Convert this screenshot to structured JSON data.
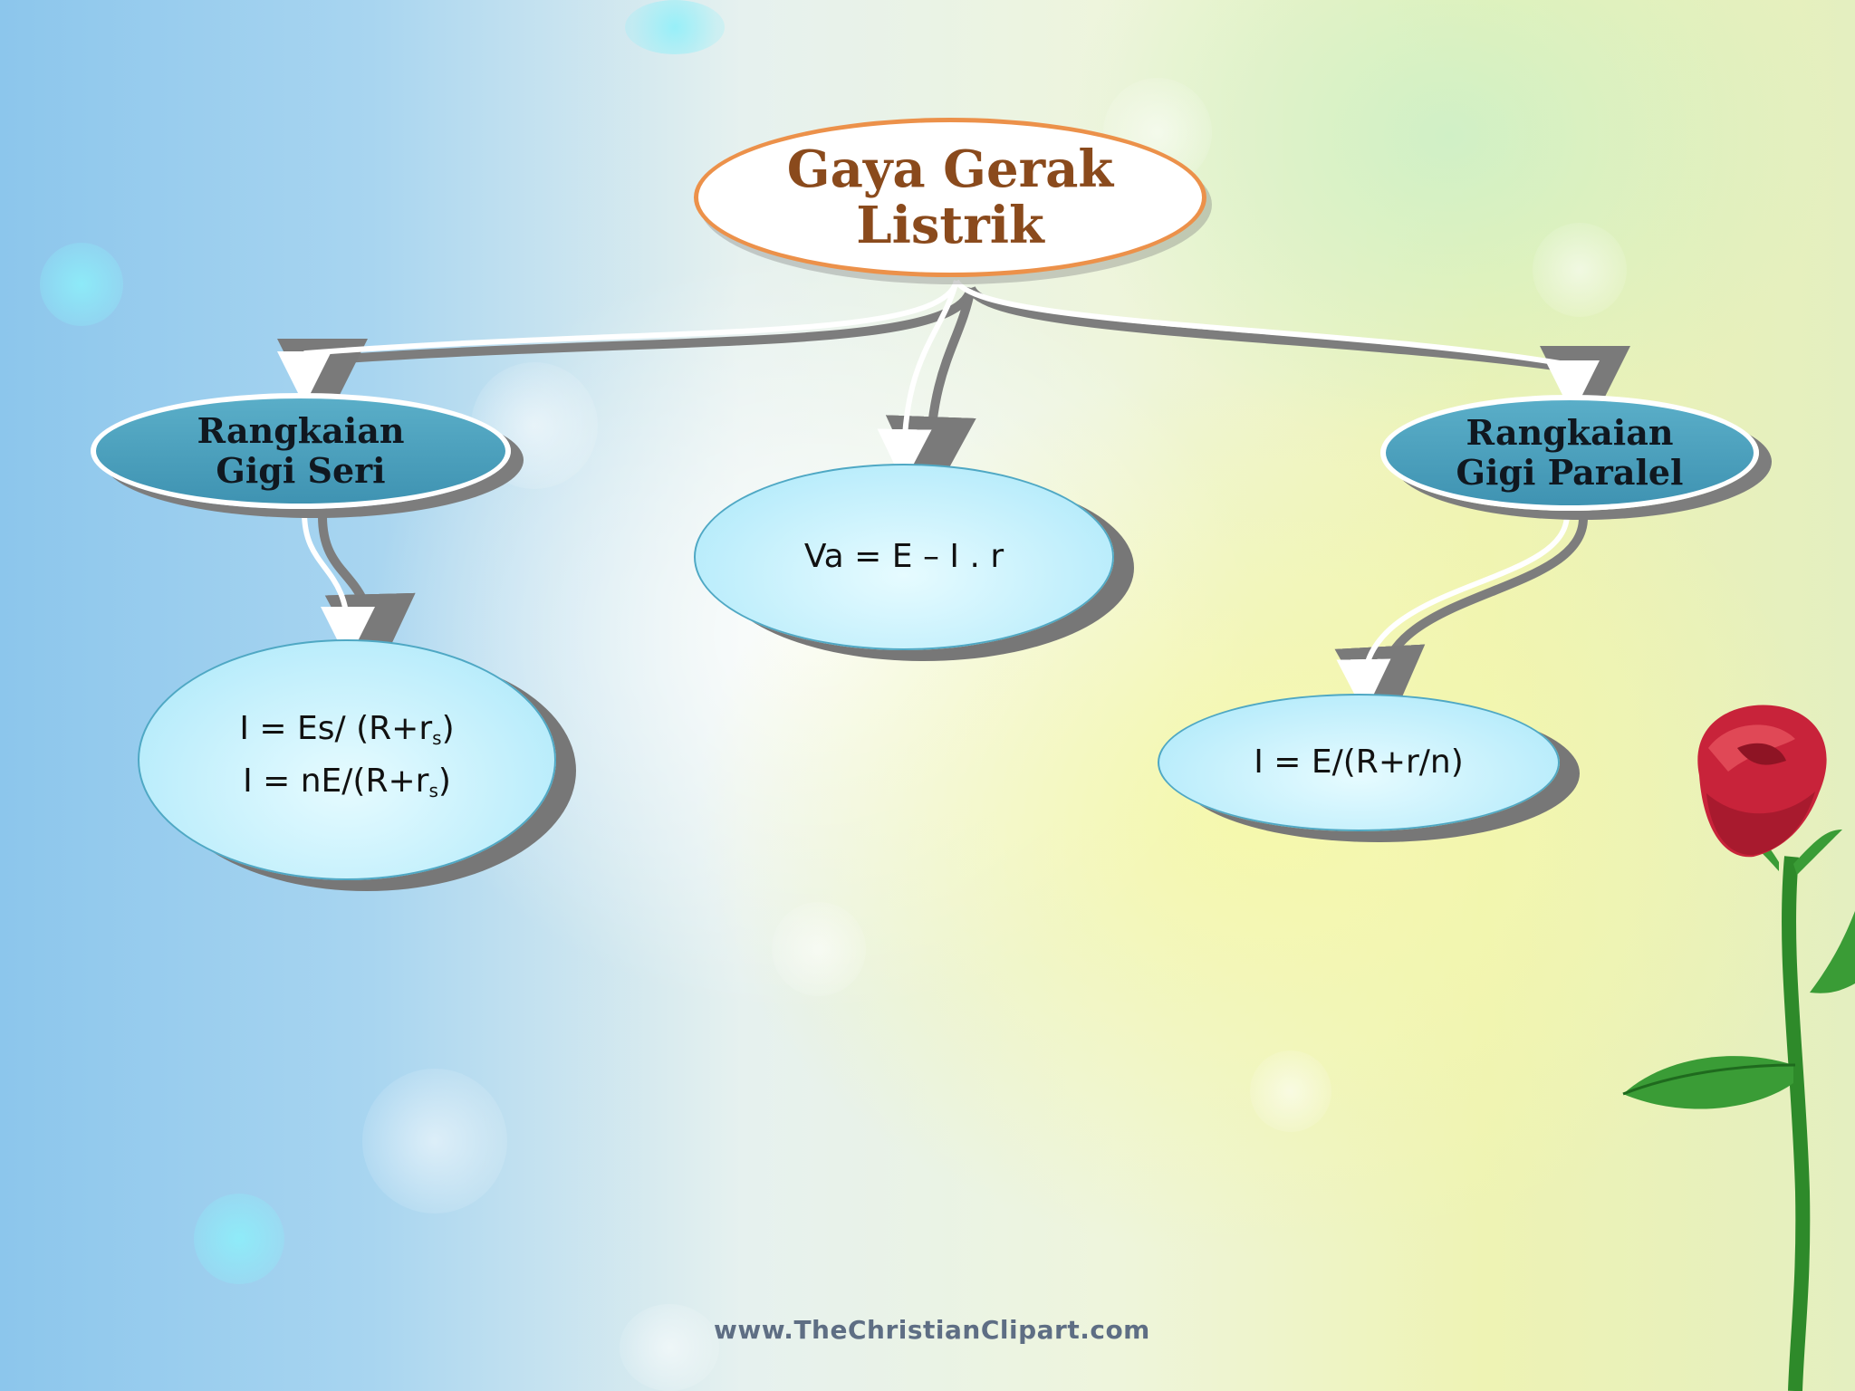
{
  "diagram": {
    "root": {
      "line1": "Gaya Gerak",
      "line2": "Listrik"
    },
    "left_branch": {
      "line1": "Rangkaian",
      "line2": "Gigi Seri",
      "formula": {
        "line1_main": "I = Es/ (R+r",
        "line1_sub": "s",
        "line1_end": ")",
        "line2_main": "I = nE/(R+r",
        "line2_sub": "s",
        "line2_end": ")"
      }
    },
    "center_branch": {
      "formula": "Va = E – I . r"
    },
    "right_branch": {
      "line1": "Rangkaian",
      "line2": "Gigi Paralel",
      "formula": "I = E/(R+r/n)"
    }
  },
  "colors": {
    "root_border": "#ec914a",
    "root_text": "#8a4a1c",
    "category_fill": "#4ba0bd",
    "formula_fill": "#c4f0fb"
  },
  "watermark": "www.TheChristianClipart.com"
}
